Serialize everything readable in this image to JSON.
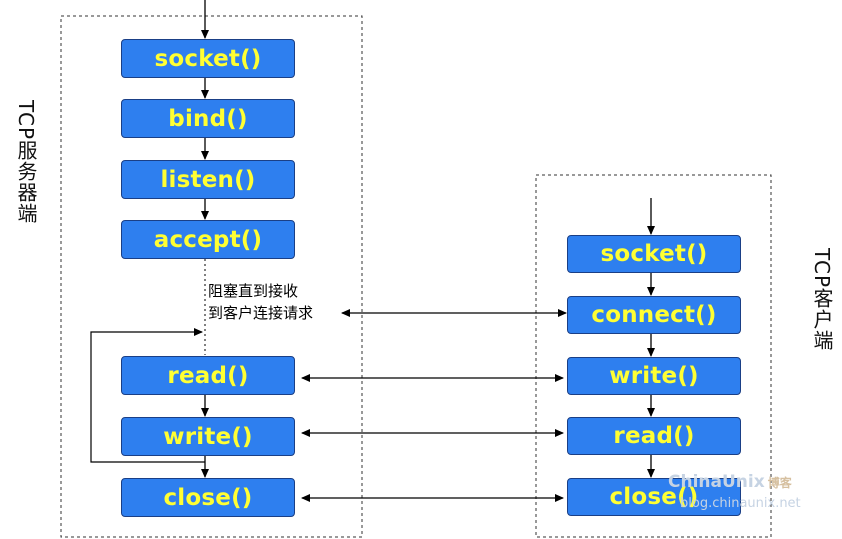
{
  "server": {
    "label": "TCP服务器端",
    "steps": [
      "socket()",
      "bind()",
      "listen()",
      "accept()",
      "read()",
      "write()",
      "close()"
    ],
    "block_note_line1": "阻塞直到接收",
    "block_note_line2": "到客户连接请求"
  },
  "client": {
    "label": "TCP客户端",
    "steps": [
      "socket()",
      "connect()",
      "write()",
      "read()",
      "close()"
    ]
  },
  "watermark": {
    "brand": "ChinaUnix",
    "suffix": "博客",
    "url": "blog.chinaunix.net"
  },
  "colors": {
    "box_fill": "#2e7fef",
    "box_text": "#ffff33",
    "box_border": "#1a3f86",
    "line": "#000000"
  }
}
